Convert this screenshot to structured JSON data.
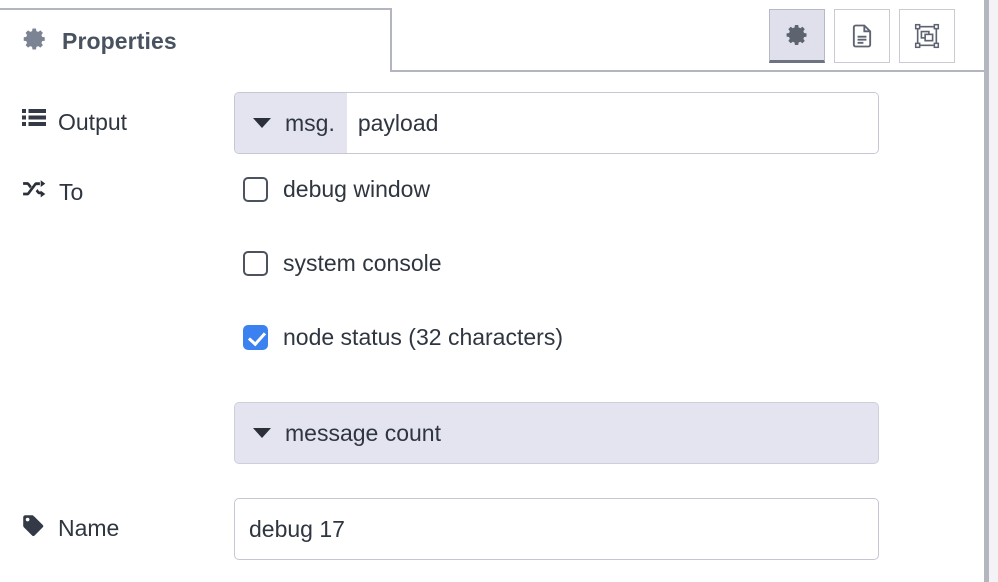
{
  "panel": {
    "tab_label": "Properties",
    "tab_icon": "gear-icon"
  },
  "toolbar": {
    "buttons": [
      {
        "name": "properties-tab-button",
        "icon": "gear-icon",
        "selected": true
      },
      {
        "name": "description-tab-button",
        "icon": "document-icon",
        "selected": false
      },
      {
        "name": "appearance-tab-button",
        "icon": "node-appearance-icon",
        "selected": false
      }
    ]
  },
  "form": {
    "output": {
      "label": "Output",
      "icon": "list-icon",
      "type_prefix": "msg.",
      "value": "payload",
      "placeholder": ""
    },
    "to": {
      "label": "To",
      "icon": "shuffle-icon",
      "options": [
        {
          "label": "debug window",
          "checked": false
        },
        {
          "label": "system console",
          "checked": false
        },
        {
          "label": "node status (32 characters)",
          "checked": true
        }
      ],
      "status_select": {
        "value": "message count"
      }
    },
    "name": {
      "label": "Name",
      "icon": "tag-icon",
      "value": "debug 17",
      "placeholder": "Name"
    }
  },
  "colors": {
    "accent_checkbox": "#3b82f0",
    "prefix_bg": "#e3e4ef",
    "border": "#b3b6bf",
    "text": "#2f3640",
    "tab_title": "#49535f"
  }
}
